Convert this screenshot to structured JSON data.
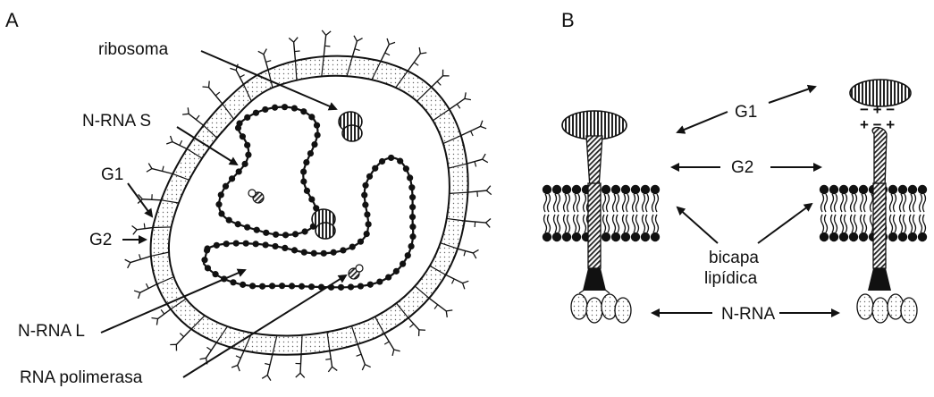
{
  "panels": {
    "a": "A",
    "b": "B"
  },
  "panel_a": {
    "ribosome": "ribosoma",
    "nrna_s": "N-RNA S",
    "g1": "G1",
    "g2": "G2",
    "nrna_l": "N-RNA L",
    "polymerase": "RNA polimerasa"
  },
  "panel_b": {
    "g1": "G1",
    "g2": "G2",
    "bilayer_line1": "bicapa",
    "bilayer_line2": "lipídica",
    "nrna": "N-RNA",
    "charge_top": "− + −",
    "charge_bottom": "+ − +"
  }
}
